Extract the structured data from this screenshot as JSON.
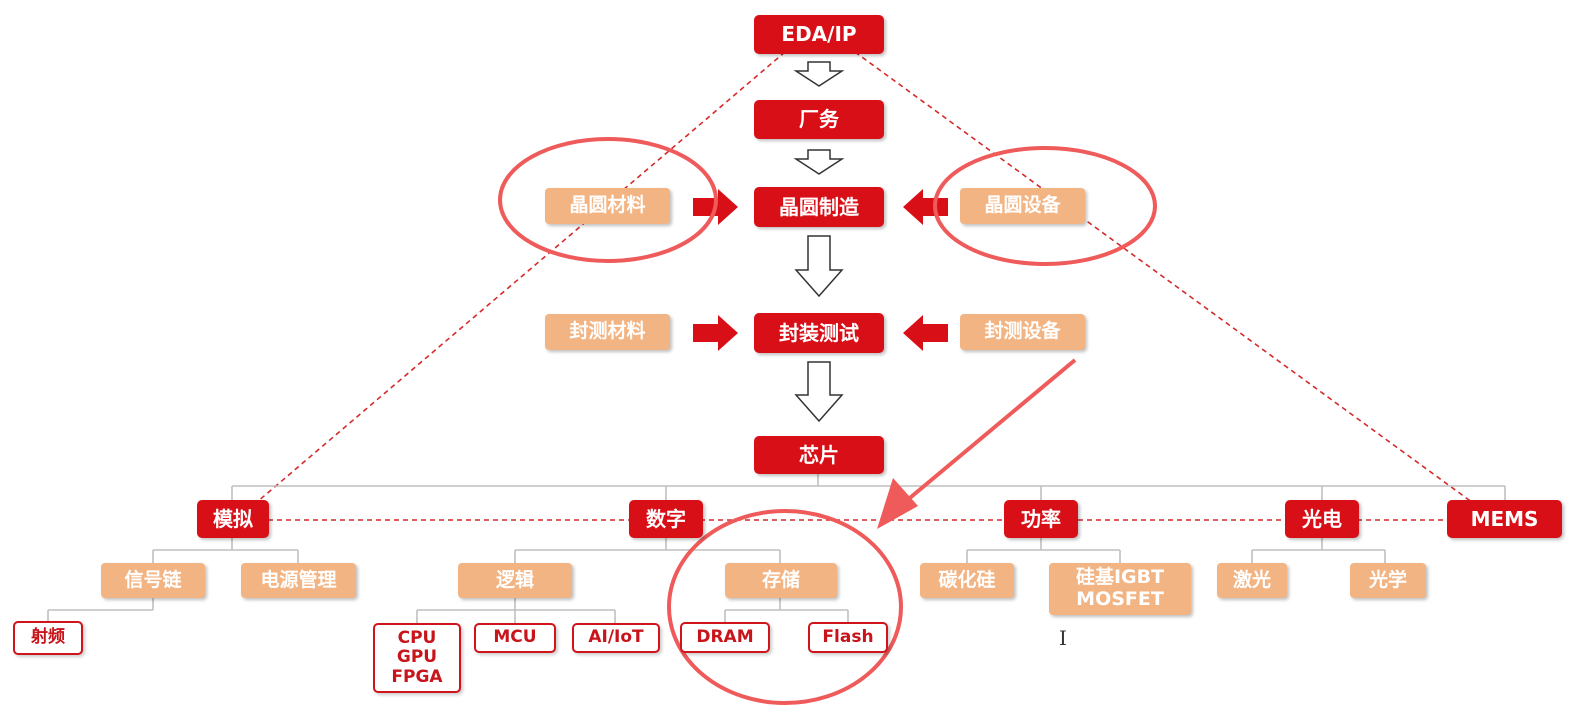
{
  "colors": {
    "primary_red": "#d90f18",
    "peach": "#f3b483",
    "connector_gray": "#bfbfbf",
    "dashed_red": "#d42a2a",
    "highlight_circle": "#ef5a5a"
  },
  "top_chain": {
    "eda": "EDA/IP",
    "foundry": "厂务",
    "wafer_manufacturing": "晶圆制造",
    "packaging_testing": "封装测试",
    "chip": "芯片"
  },
  "inputs": {
    "wafer_materials": "晶圆材料",
    "wafer_equipment": "晶圆设备",
    "packaging_materials": "封测材料",
    "packaging_equipment": "封测设备"
  },
  "categories": {
    "analog": "模拟",
    "digital": "数字",
    "power": "功率",
    "optoelectronic": "光电",
    "mems": "MEMS"
  },
  "subcategories": {
    "signal_chain": "信号链",
    "power_management": "电源管理",
    "logic": "逻辑",
    "memory": "存储",
    "silicon_carbide": "碳化硅",
    "silicon_igbt": "硅基IGBT\nMOSFET",
    "laser": "激光",
    "optics": "光学"
  },
  "leaves": {
    "rf": "射频",
    "cpu_gpu_fpga": "CPU\nGPU\nFPGA",
    "mcu": "MCU",
    "ai_iot": "AI/IoT",
    "dram": "DRAM",
    "flash": "Flash"
  },
  "cursor_glyph": "I"
}
